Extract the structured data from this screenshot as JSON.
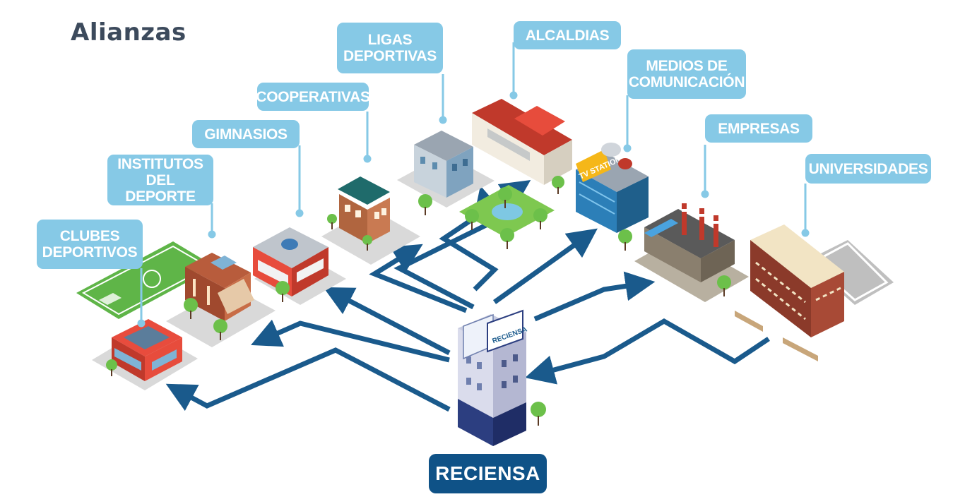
{
  "title": "Alianzas",
  "center": {
    "name": "RECIENSA",
    "sign_text": "RECIENSA"
  },
  "partners": [
    {
      "id": "clubes",
      "label": "CLUBES\nDEPORTIVOS",
      "building": "sports-club"
    },
    {
      "id": "institutos",
      "label": "INSTITUTOS\nDEL DEPORTE",
      "building": "institute"
    },
    {
      "id": "gimnasios",
      "label": "GIMNASIOS",
      "building": "gym"
    },
    {
      "id": "cooperativas",
      "label": "COOPERATIVAS",
      "building": "cooperative"
    },
    {
      "id": "ligas",
      "label": "LIGAS\nDEPORTIVAS",
      "building": "league-office"
    },
    {
      "id": "alcaldias",
      "label": "ALCALDIAS",
      "building": "city-hall"
    },
    {
      "id": "medios",
      "label": "MEDIOS DE\nCOMUNICACIÓN",
      "building": "tv-station",
      "sign_text": "TV STATION"
    },
    {
      "id": "empresas",
      "label": "EMPRESAS",
      "building": "factory"
    },
    {
      "id": "universidades",
      "label": "UNIVERSIDADES",
      "building": "university"
    }
  ],
  "colors": {
    "bubble": "#86c9e6",
    "arrow": "#1a5a8c",
    "center_box": "#0f5287",
    "title": "#3c4a5c",
    "ground": "#d9d9d9",
    "grass": "#6cc04a",
    "tree": "#6cc04a"
  }
}
